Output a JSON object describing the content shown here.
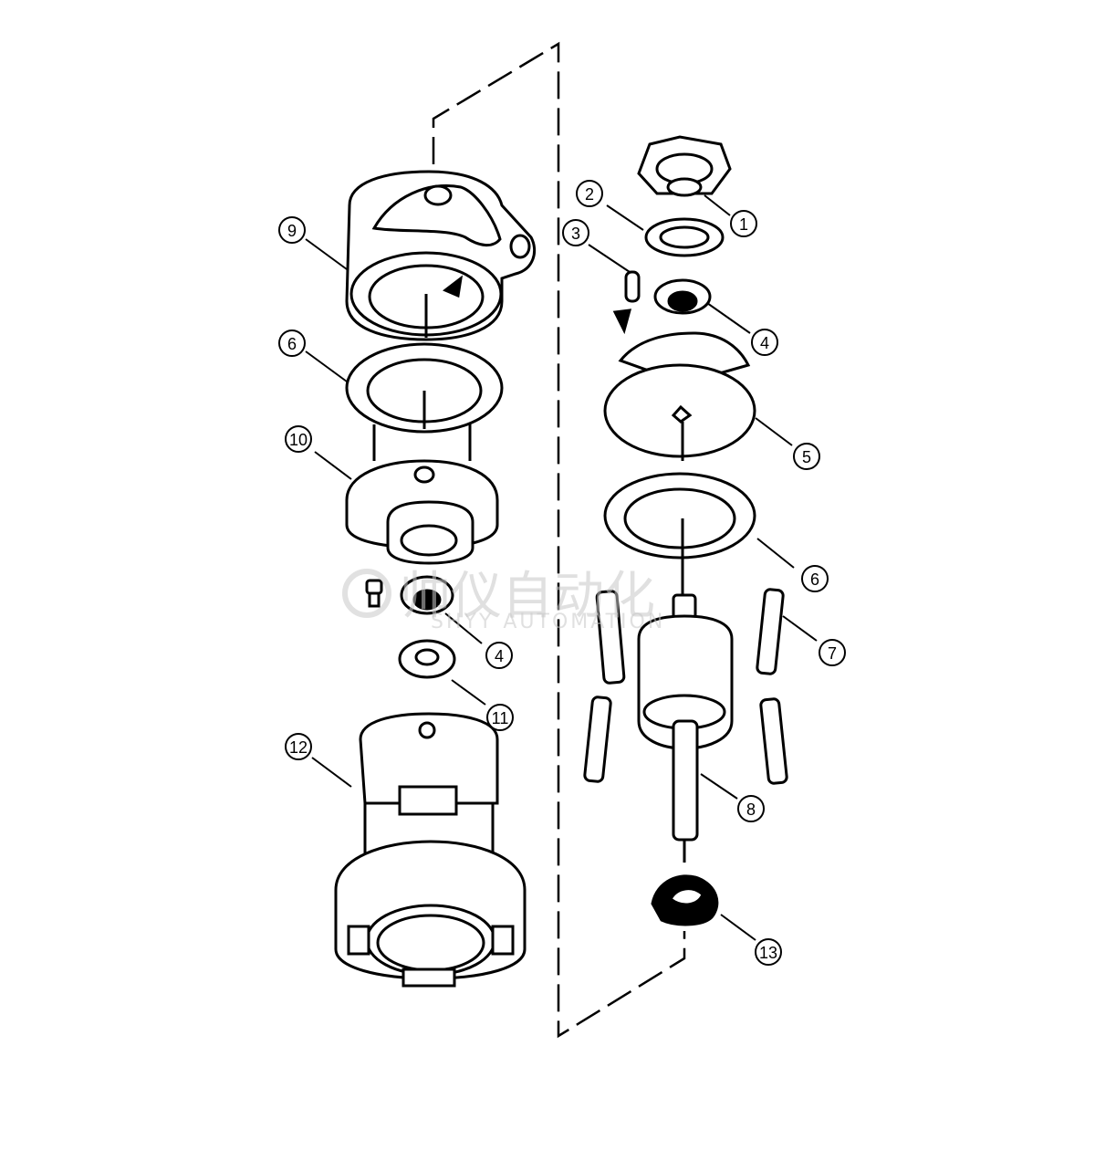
{
  "diagram": {
    "callouts": [
      {
        "id": "c1",
        "label": "1"
      },
      {
        "id": "c2",
        "label": "2"
      },
      {
        "id": "c3",
        "label": "3"
      },
      {
        "id": "c4a",
        "label": "4"
      },
      {
        "id": "c5",
        "label": "5"
      },
      {
        "id": "c6a",
        "label": "6"
      },
      {
        "id": "c7",
        "label": "7"
      },
      {
        "id": "c8",
        "label": "8"
      },
      {
        "id": "c9",
        "label": "9"
      },
      {
        "id": "c6b",
        "label": "6"
      },
      {
        "id": "c10",
        "label": "10"
      },
      {
        "id": "c4b",
        "label": "4"
      },
      {
        "id": "c11",
        "label": "11"
      },
      {
        "id": "c12",
        "label": "12"
      },
      {
        "id": "c13",
        "label": "13"
      }
    ],
    "watermark": {
      "cn": "帅仪自动化",
      "en": "SHYY AUTOMATION",
      "color": "#c8c8c8"
    },
    "line_color": "#000000"
  }
}
